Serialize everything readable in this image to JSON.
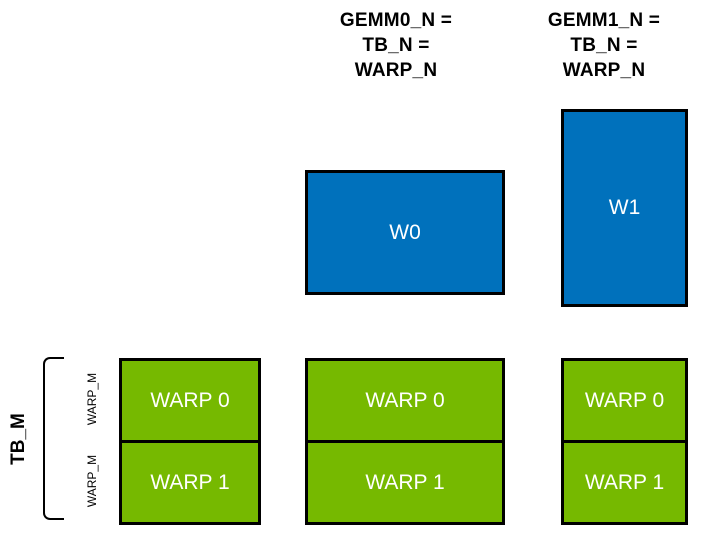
{
  "diagram": {
    "headers": [
      {
        "lines": [
          "GEMM0_N =",
          "TB_N =",
          "WARP_N"
        ]
      },
      {
        "lines": [
          "GEMM1_N =",
          "TB_N =",
          "WARP_N"
        ]
      }
    ],
    "blue_boxes": [
      {
        "label": "W0"
      },
      {
        "label": "W1"
      }
    ],
    "green_columns": [
      {
        "cells": [
          "WARP 0",
          "WARP 1"
        ]
      },
      {
        "cells": [
          "WARP 0",
          "WARP 1"
        ]
      },
      {
        "cells": [
          "WARP 0",
          "WARP 1"
        ]
      }
    ],
    "left_labels": {
      "tb_m": "TB_M",
      "warp_m_top": "WARP_M",
      "warp_m_bottom": "WARP_M"
    },
    "colors": {
      "blue": "#0071BC",
      "green": "#76B900",
      "border": "#000000",
      "box_text": "#FFFFFF"
    }
  }
}
